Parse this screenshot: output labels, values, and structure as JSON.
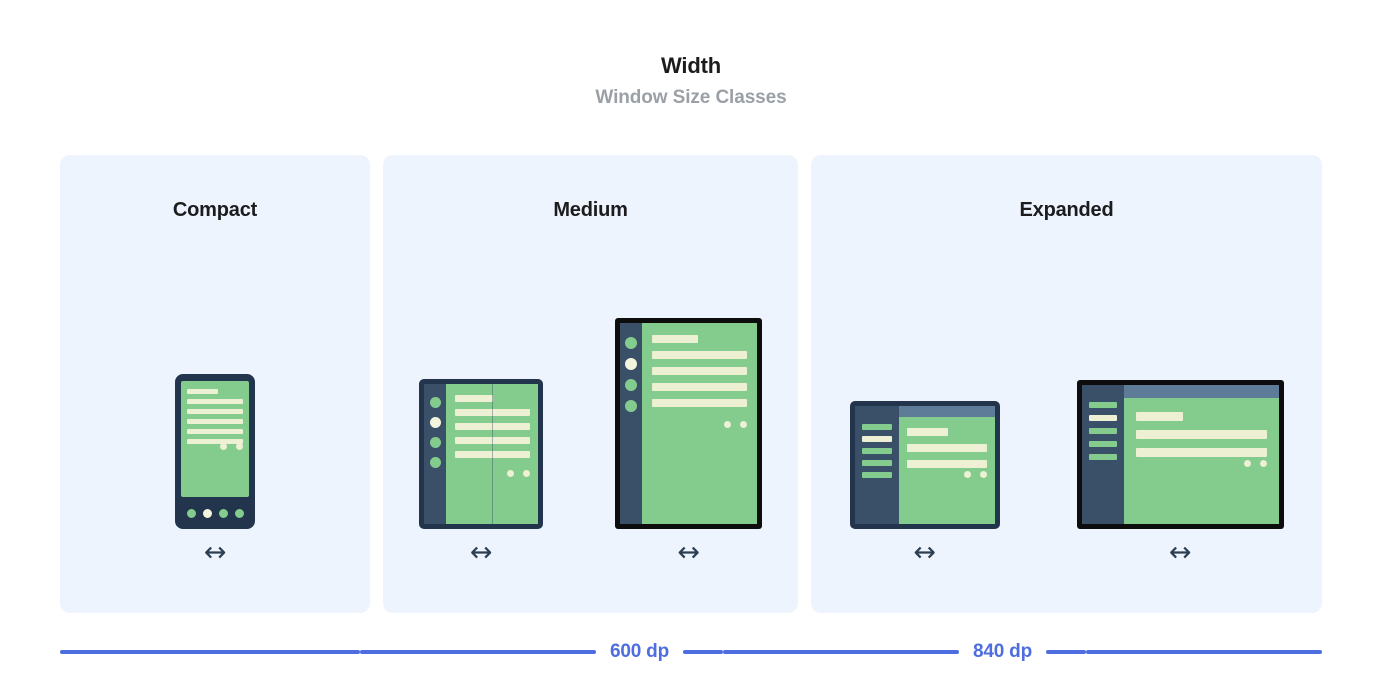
{
  "header": {
    "title": "Width",
    "subtitle": "Window Size Classes"
  },
  "panels": [
    {
      "id": "compact",
      "title": "Compact",
      "devices": [
        {
          "name": "phone",
          "arrow": "↔"
        }
      ]
    },
    {
      "id": "medium",
      "title": "Medium",
      "devices": [
        {
          "name": "foldable",
          "arrow": "↔"
        },
        {
          "name": "tablet-portrait",
          "arrow": "↔"
        }
      ]
    },
    {
      "id": "expanded",
      "title": "Expanded",
      "devices": [
        {
          "name": "laptop",
          "arrow": "↔"
        },
        {
          "name": "tablet-landscape",
          "arrow": "↔"
        }
      ]
    }
  ],
  "scale": {
    "breakpoints": [
      {
        "label": "600 dp",
        "value": 600
      },
      {
        "label": "840 dp",
        "value": 840
      }
    ]
  },
  "colors": {
    "panel_background": "#edf4fd",
    "device_frame_navy": "#23344d",
    "device_frame_black": "#0d0d0d",
    "device_rail": "#3a5068",
    "device_topbar": "#5e7c98",
    "screen_green": "#84cc8e",
    "content_cream": "#eef0d4",
    "breakpoint_blue": "#4e6ee0",
    "title_black": "#1c1c1e",
    "subtitle_gray": "#9aa0a6"
  }
}
